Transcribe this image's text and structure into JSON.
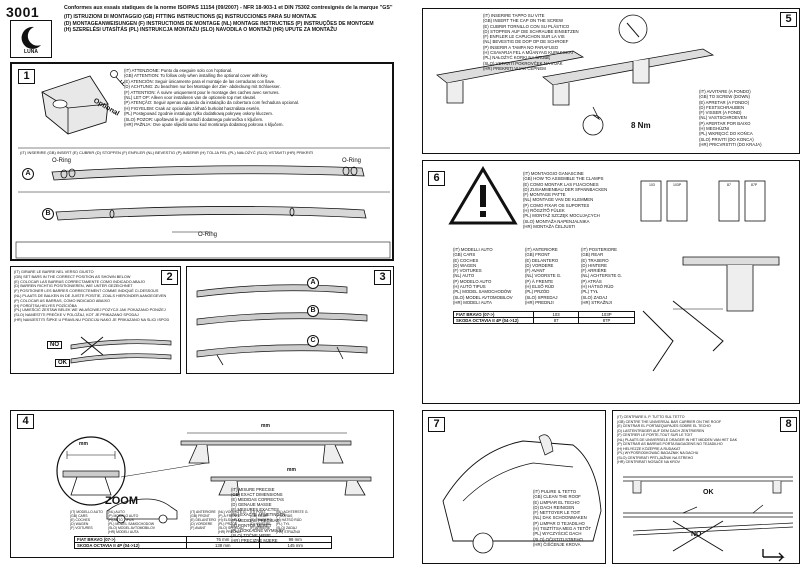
{
  "header": {
    "number": "3001",
    "title": "Conformes aux essais statiques de la norme ISO/PAS 11154 (09/2007) - NFR 18-903-1 et DIN 75302 contresignés de la marque \"GS\"",
    "lines": [
      "(IT) ISTRUZIONI DI MONTAGGIO (GB) FITTING INSTRUCTIONS (E) INSTRUCCIONES PARA SU MONTAJE",
      "(D) MONTAGEANWEISUNGEN (F) INSTRUCTIONS DE MONTAGE (NL) MONTAGE INSTRUCTIES (P) INSTRUÇÕES DE MONTGEM",
      "(H) SZERELÉSI UTASÍTÁS (PL) INSTRUKCJA MONTAŻU (SLO) NAVODILA O MONTAŽI (HR) UPUTE ZA MONTAŽU"
    ],
    "logo_text": "LUNA"
  },
  "p1": {
    "num": "1",
    "optional": "Optional",
    "lines": [
      "(IT) ATTENZIONE: Punto da eseguire solo con l'optional.",
      "(GB) ATTENTION: To follow only when installing the optional cover with key.",
      "(E) ATENCIÓN: Seguir únicamente para el montaje de las cerraduras con llave.",
      "(D) ACHTUNG: Zu beachten nur bei Montage der Zier- abdeckung mit Schloesser.",
      "(F) ATTENTION: À suivre uniquement pour le montage des caches avec serrures.",
      "(NL) LET OP: Alleen voor installeren van de optionele top met sleutel.",
      "(P) ATENÇÃO: Seguir apenas aquando da instalação da cobertura com fechadura opcional.",
      "(H) FIGYELEM: Csak az opcionális zárható burkolat használata esetén.",
      "(PL) Postępować zgodnie instalując tylko dodatkową pokrywę osłony kluczem.",
      "(SLO) POZOR: upoštevati le pri montaži dodatnega pokrovčka s ključem.",
      "(HR) PAŽNJA: Ove upute slijediti samo kod montiranja dodatnog pokrova s ključem."
    ],
    "insert_line": "(IT) INSERIRE (GB) INSERT (E) CUBRIR (D) STOPFEN (F) ENFILER (NL) BEVESTIG (P) INSERIR (H) TOLJA FEL (PL) NAŁOŻYĆ (SLO) VSTAVITI (HR) PRIKRITI",
    "oring_left": "O-Ring",
    "oring_right": "O-Ring",
    "oring_b": "O-Ring",
    "a": "A",
    "b": "B"
  },
  "p2": {
    "num": "2",
    "lines": [
      "(IT) GIRARE LE BARRE NEL VERSO GIUSTO",
      "(GB) SET BARS IN THE CORRECT POSITION AS SHOWN BELOW",
      "(E) COLOCAR LAS BARRAS CORRECTAMENTE COMO INDICADO ABAJO",
      "(D) BARREN RICHTIG POSITIONIEREN, WIE UNTER GEZEICHNET",
      "(F) POSITIONER LES BARRES CORRECTEMENT COMME INDIQUÉ CI-DESSOUS",
      "(NL) PLAATS DE BALKEN IN DE JUISTE POSITIE, ZOALS HIERONDER AANGEGEVEN",
      "(P) COLOCAR AS BARRAS, COMO INDICADO ABAIXO",
      "(H) FORDÍTSA HELYES POZÍCIÓBA",
      "(PL) UMIEŚCIĆ ZESTAW BELEK WE WŁAŚCIWEJ POZYCJI JAK POKAZANO PONIŻEJ",
      "(SLO) NAMESTITI PREČKE V POLOŽAJ, KOT JE PRIKAZANO SPODAJ",
      "(HR) NAMJESTITI ŠIPKE U PRAVILNU POZICIJU NAKO JE PRIKAZANO NA SLICI ISPOD"
    ],
    "no": "NO",
    "ok": "OK"
  },
  "p3": {
    "num": "3",
    "a": "A",
    "b": "B",
    "c": "C"
  },
  "p4": {
    "num": "4",
    "mm1": "mm",
    "mm2": "mm",
    "mm3": "mm",
    "zoom": "ZOOM",
    "lines": [
      "(IT) MISURE PRECISE",
      "(GB) EXACT DIMENSIONS",
      "(E) MEDIDAS CORRECTAS",
      "(D) GENAUE MASSE",
      "(F) MESURES EXACTES",
      "(NL) EXACTE AFMETINGEN",
      "(P) MEDIDAS PRECISAS",
      "(H) PONTOS MÉRET",
      "(PL) DOKŁADNE WYMIARY",
      "(SLO) TOČNE MERE",
      "(HR) PRECIZNE MJERE"
    ],
    "table": {
      "c1": [
        "(IT) MODELLO AUTO",
        "(GB) CARS",
        "(E) COCHES",
        "(D) WAGEN",
        "(F) VOITURES"
      ],
      "c2": [
        "(NL) AUTO",
        "(P) MODELO AUTO",
        "(H) AUTÓ TIPUS",
        "(PL) MODEL SAMOCHODOW",
        "(SLO) MODEL AVTOMOBILOV",
        "(HR) MODELI AUTA"
      ],
      "c3": [
        "(IT) ANTERIORE",
        "(GB) FRONT",
        "(E) DELANTERO",
        "(D) VORDERE",
        "(F) AVANT"
      ],
      "c4": [
        "(NL) VOORSTE G.",
        "(P) À FRENTE",
        "(H) ELSŐ RÚD",
        "(PL) PRZÓD",
        "(SLO) SPREDAJ",
        "(HR) PREDNJI"
      ],
      "c5": [
        "(IT) POST.",
        "(GB) REAR",
        "(E) TRASERO",
        "(D) HINTERE",
        "(F) ARRIÈRE"
      ],
      "c6": [
        "(NL) ACHTERSTE G.",
        "(P) ATRÁS",
        "(H) HÁTSÓ RÚD",
        "(PL) TYŁ",
        "(SLO) ZADAJ",
        "(HR) STRAŽNJI"
      ],
      "rows": [
        [
          "FIAT BRAVO (07->)",
          "76 mm",
          "99 mm"
        ],
        [
          "SKODA OCTAVIA II 4P (04->12)",
          "138 mm",
          "145 mm"
        ]
      ]
    }
  },
  "p5": {
    "num": "5",
    "torque": "8 Nm",
    "lines": [
      "(IT) INSERIRE TAPPO SU VITE",
      "(GB) INSERT THE CAP ON THE SCREW",
      "(E) CUBRIR TORNILLO CON SU PLÁSTICO",
      "(D) STOPFEN AUF DIE SCHRAUBE EINSETZEN",
      "(F) ENFILER LE CAPUCHON SUR LA VIS",
      "(NL) BEVESTIG DE DOP OP DE SCHROEF",
      "(P) INSERIR A TAMPA NO PARAFUSO",
      "(H) CSAVARJA FEL A MŰANYAG KUPAKOKAT",
      "(PL) NAŁOŻYĆ KORKI NA ŚRUBĘ",
      "(SLO) VSTAVITI POKROVČEK NA VIJAK",
      "(HR) PREKRITI VIJAK ČEPNEM"
    ],
    "lines2": [
      "(IT) AVVITARE (A FONDO)",
      "(GB) TO SCREW (DOWN)",
      "(E) APRETAR (A FONDO)",
      "(D) FESTSCHRAUBEN",
      "(F) VISSER (A FOND)",
      "(NL) VASTSCHROEVEN",
      "(P) APERTAR POR BAIXO",
      "(H) MEGHÚZNI",
      "(PL) WKRĘCIĆ DO KOŃCA",
      "(SLO) PRIVITI (DO KONCA)",
      "(HR) PRICVRSTITI (DO KRAJA)"
    ]
  },
  "p6": {
    "num": "6",
    "lines": [
      "(IT) MONTAGGIO GANASCINE",
      "(GB) HOW TO ASSEMBLE THE CLAMPS",
      "(E) COMO MONTAR LAS FIJACIONES",
      "(D) ZUSAMMENBAU DER SPANNBACKEN",
      "(F) MONTAGE PATTE",
      "(NL) MONTAGE VAN DE KLEMMEN",
      "(P) COMO FIXAR OS SUPORTES",
      "(H) RÖGZÍTŐ FÜLEK",
      "(PL) MONTAŻ SZCZĘK MOCUJĄCYCH",
      "(SLO) MONTAŽA NAPENJALNIKA",
      "(HR) MONTAŽA ČELJUSTI"
    ],
    "clamps": [
      "103",
      "103P",
      "87",
      "87P"
    ],
    "table": {
      "c1": [
        "(IT) MODELLI AUTO",
        "(GB) CARS",
        "(E) COCHES",
        "(D) WAGEN",
        "(F) VOITURES",
        "(NL) AUTO",
        "(P) MODELO AUTO",
        "(H) AUTÓ TIPUS",
        "(PL) MODEL SAMOCHODÓW",
        "(SLO) MODEL AVTOMOBILOV",
        "(HR) MODELI AUTA"
      ],
      "c2": [
        "(IT) ANTERIORE",
        "(GB) FRONT",
        "(E) DELANTERO",
        "(D) VORDERE",
        "(F) AVANT",
        "(NL) VOORSTE G.",
        "(P) À FRENTE",
        "(H) ELSŐ RÚD",
        "(PL) PRZÓD",
        "(SLO) SPREDAJ",
        "(HR) PREDNJI"
      ],
      "c3": [
        "(IT) POSTERIORE",
        "(GB) REAR",
        "(E) TRASERO",
        "(D) HINTERE",
        "(F) ARRIÈRE",
        "(NL) ACHTERSTE G.",
        "(P) ATRÁS",
        "(H) HÁTSÓ RÚD",
        "(PL) TYŁ",
        "(SLO) ZADAJ",
        "(HR) STRAŽNJI"
      ],
      "rows": [
        [
          "FIAT BRAVO (07->)",
          "103",
          "103P"
        ],
        [
          "SKODA OCTAVIA II 4P (04->12)",
          "87",
          "87P"
        ]
      ]
    }
  },
  "p7": {
    "num": "7",
    "lines": [
      "(IT) PULIRE IL TETTO",
      "(GB) CLEAN THE ROOF",
      "(E) LIMPIAR EL TECHO",
      "(D) DACH REINIGEN",
      "(F) NETTOYER LE TOIT",
      "(NL) DAK SCHOONMAKEN",
      "(P) LIMPAR O TEJADILHO",
      "(H) TISZTÍTSA MEG A TETŐT",
      "(PL) WYCZYŚCIĆ DACH",
      "(SLO) OČISTITI STREHO",
      "(HR) ČIŠĆENJE KROVA"
    ]
  },
  "p8": {
    "num": "8",
    "lines": [
      "(IT) CENTRARE IL P. TUTTO SUL TETTO",
      "(GB) CENTRE THE UNIVERSAL BAR CARRIER ON THE ROOF",
      "(E) CENTRAR EL PORTAEQUIPAJES SOBRE EL TECHO",
      "(D) LASTENTRÄGER AUF DEM DACH ZENTRIEREN",
      "(F) CENTRER LE PORTE-TOUT SUR LE TOIT",
      "(NL) PLAATS DE UNIVERSELE DRAGER IN HET MIDDEN VAN HET DAK",
      "(P) CENTRAR AS BARRAS PORTA BAGAGENS NO TEJADILHO",
      "(H) HELYEZZE KÖZÉPRE A RUDAKAT",
      "(PL) WYPOŚRODKOWAĆ BAGAŻNIK NA DACHU",
      "(SLO) CENTRIRATI PRTLJAŽNIK NA STREHO",
      "(HR) CENTRIRATI NOSAČE NA KROV"
    ],
    "ok": "OK",
    "no": "NO"
  },
  "colors": {
    "ink": "#111111",
    "paper": "#ffffff",
    "gray": "#bdbdbd"
  }
}
